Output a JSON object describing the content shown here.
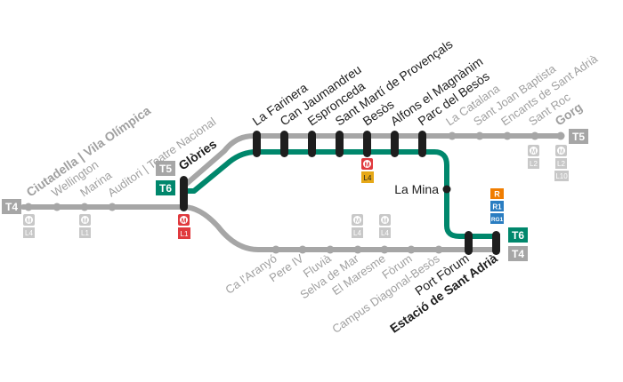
{
  "lines": {
    "T4": {
      "label": "T4",
      "color": "#a6a6a6"
    },
    "T5": {
      "label": "T5",
      "color": "#a6a6a6"
    },
    "T6": {
      "label": "T6",
      "color": "#00876c"
    }
  },
  "stations": {
    "ciutadella": "Ciutadella | Vila Olímpica",
    "wellington": "Wellington",
    "marina": "Marina",
    "auditori": "Auditori | Teatre Nacional",
    "glories": "Glòries",
    "la_farinera": "La Farinera",
    "can_jaumandreu": "Can Jaumandreu",
    "espronceda": "Espronceda",
    "sant_marti": "Sant Martí de Provençals",
    "besos": "Besòs",
    "alfons": "Alfons el Magnànim",
    "parc_besos": "Parc del Besòs",
    "la_catalana": "La Catalana",
    "sant_joan_baptista": "Sant Joan Baptista",
    "encants": "Encants de Sant Adrià",
    "sant_roc": "Sant Roc",
    "gorg": "Gorg",
    "la_mina": "La Mina",
    "ca_laranyo": "Ca l'Aranyó",
    "pere_iv": "Pere IV",
    "fluvia": "Fluvià",
    "selva_de_mar": "Selva de Mar",
    "el_maresme": "El Maresme",
    "forum": "Fòrum",
    "campus_diagonal": "Campus Diagonal-Besòs",
    "port_forum": "Port Fòrum",
    "estacio_sant_adria": "Estació de Sant Adrià"
  },
  "connections": {
    "metro_L1": "L1",
    "metro_L2": "L2",
    "metro_L4": "L4",
    "metro_L10": "L10",
    "rodalies_R": "R",
    "rodalies_R1": "R1",
    "rodalies_RG1": "RG1",
    "metro_symbol": "M"
  },
  "colors": {
    "grey_line": "#a6a6a6",
    "green_line": "#00876c",
    "station_interchange": "#1e1e1e",
    "metro_red": "#e03a3e",
    "metro_L4_yellow": "#e6a817",
    "rodalies_orange": "#f07d00",
    "rodalies_blue": "#2a7dc1",
    "label_grey": "#a0a0a0",
    "label_dark": "#1e1e1e"
  }
}
